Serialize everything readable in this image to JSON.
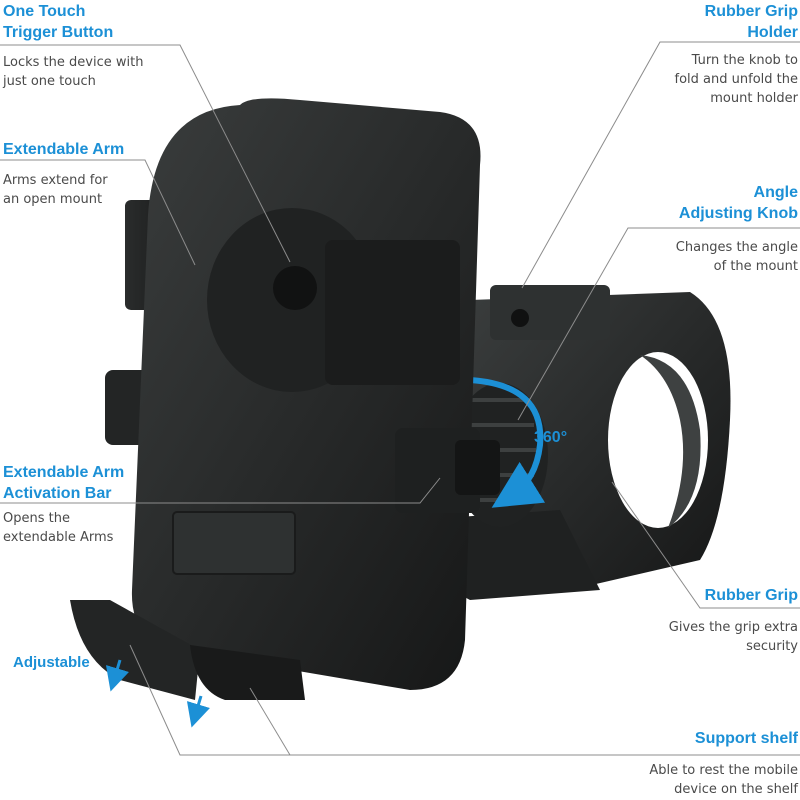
{
  "colors": {
    "accent": "#1c90d6",
    "body": "#262828",
    "body_dark": "#141515",
    "body_light": "#3c3f3f",
    "leader": "#8c8c8c",
    "text": "#4a4a4a"
  },
  "callouts": [
    {
      "id": "trigger",
      "title": "One Touch\nTrigger Button",
      "desc": "Locks the device with\njust one touch"
    },
    {
      "id": "arm",
      "title": "Extendable Arm",
      "desc": "Arms extend for\nan open mount"
    },
    {
      "id": "activation",
      "title": "Extendable Arm\nActivation Bar",
      "desc": "Opens the\nextendable  Arms"
    },
    {
      "id": "adjustable",
      "title": "Adjustable",
      "desc": ""
    },
    {
      "id": "holder",
      "title": "Rubber Grip\nHolder",
      "desc": "Turn the knob to\nfold and unfold the\nmount holder"
    },
    {
      "id": "knob",
      "title": "Angle\nAdjusting Knob",
      "desc": "Changes the angle\nof the mount"
    },
    {
      "id": "grip",
      "title": "Rubber Grip",
      "desc": "Gives the grip extra\nsecurity"
    },
    {
      "id": "shelf",
      "title": "Support shelf",
      "desc": "Able to rest the mobile\ndevice on the shelf"
    }
  ],
  "rotation": {
    "label": "360°"
  },
  "icons": [
    "rotation-arrow-icon",
    "down-arrow-icon"
  ]
}
